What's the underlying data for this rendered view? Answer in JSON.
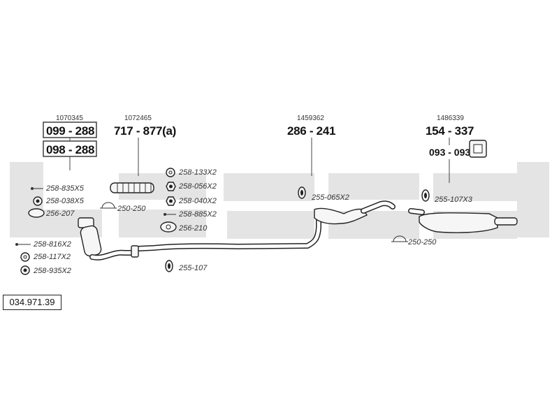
{
  "document_number": "034.971.39",
  "groups": [
    {
      "part_no": "1070345",
      "codes": [
        "099 - 288",
        "098 - 288"
      ]
    },
    {
      "part_no": "1072465",
      "codes": [
        "717 - 877(a)"
      ]
    },
    {
      "part_no": "1459362",
      "codes": [
        "286 - 241"
      ]
    },
    {
      "part_no": "1486339",
      "codes": [
        "154 - 337"
      ]
    }
  ],
  "bracket_code": "093 - 093",
  "accessories_left": [
    "258-835X5",
    "258-038X5",
    "256-207",
    "258-816X2",
    "258-117X2",
    "258-935X2"
  ],
  "accessories_mid": [
    "258-133X2",
    "258-056X2",
    "258-040X2",
    "250-250",
    "258-885X2",
    "256-210",
    "255-107"
  ],
  "accessories_center": [
    "255-065X2"
  ],
  "accessories_right": [
    "255-107X3",
    "250-250"
  ],
  "colors": {
    "watermark": "#e4e4e4",
    "line": "#222222"
  }
}
